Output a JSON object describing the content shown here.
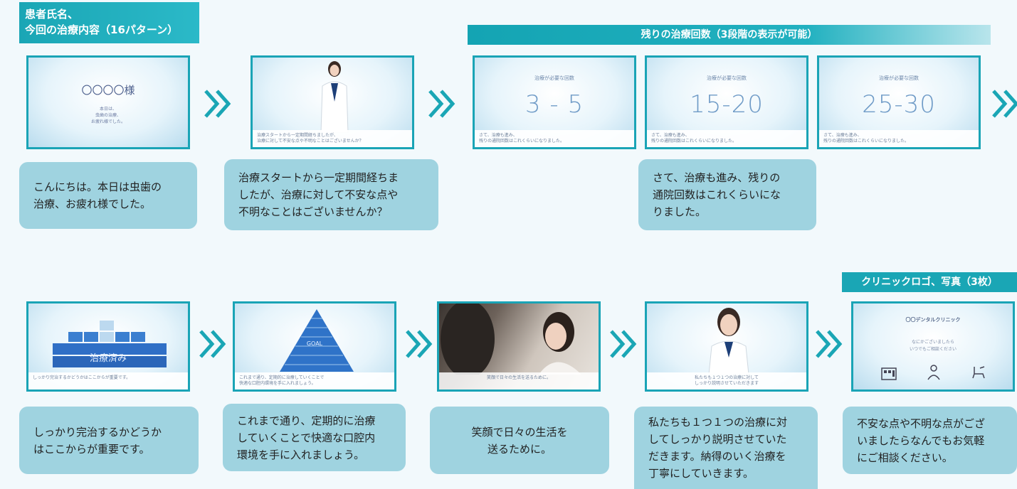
{
  "labels": {
    "patient": "患者氏名、\n今回の治療内容（16パターン）",
    "remaining": "残りの治療回数（3段階の表示が可能）",
    "clinic": "クリニックロゴ、写真（3枚）"
  },
  "row1": {
    "greeting": {
      "name": "〇〇〇〇様",
      "sub": "本日は、\n虫歯の治療、\nお疲れ様でした。"
    },
    "doctor_caption": "治療スタートから一定期間経ちましたが、\n治療に対して不安な点や不明なことはございませんか？",
    "counter_heading": "治療が必要な回数",
    "counters": [
      "3 - 5",
      "15-20",
      "25-30"
    ],
    "counter_caption": "さて、治療も進み、\n残りの通院回数はこれくらいになりました。"
  },
  "row2": {
    "stack_label": "治療済み",
    "stack_caption": "しっかり完治するかどうかはここからが重要です。",
    "pyramid_label": "GOAL",
    "pyramid_caption": "これまで通り、定期的に治療していくことで\n快適な口腔内環境を手に入れましょう。",
    "smile_caption": "笑顔で日々の生活を送るために。",
    "doctor2_caption": "私たちも１つ１つの治療に対して\nしっかり説明させていただきます",
    "clinic_name": "〇〇デンタルクリニック",
    "clinic_sub": "なにかございましたら\nいつでもご相談ください"
  },
  "bubbles": {
    "b1": "こんにちは。本日は虫歯の\n治療、お疲れ様でした。",
    "b2": "治療スタートから一定期間経ちま\nしたが、治療に対して不安な点や\n不明なことはございませんか？",
    "b3": "さて、治療も進み、残りの\n通院回数はこれくらいにな\nりました。",
    "b4": "しっかり完治するかどうか\nはここからが重要です。",
    "b5": "これまで通り、定期的に治療\nしていくことで快適な口腔内\n環境を手に入れましょう。",
    "b6": "笑顔で日々の生活を\n送るために。",
    "b7": "私たちも１つ１つの治療に対\nしてしっかり説明させていた\nだきます。納得のいく治療を\n丁寧にしていきます。",
    "b8": "不安な点や不明な点がござ\nいましたらなんでもお気軽\nにご相談ください。"
  },
  "colors": {
    "accent": "#1aa6b5",
    "bubble": "#9fd3e0",
    "frame": "#1aa4b6"
  }
}
